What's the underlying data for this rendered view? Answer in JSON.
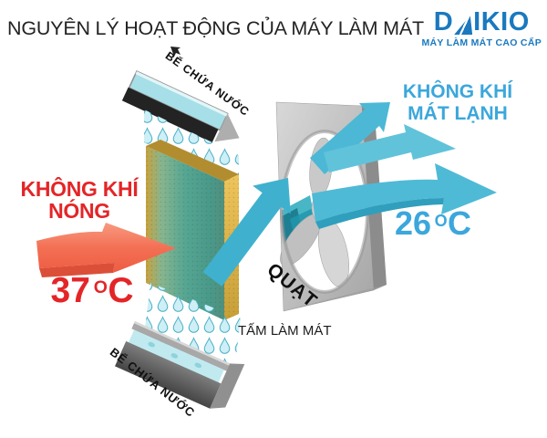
{
  "title": "NGUYÊN LÝ HOẠT ĐỘNG CỦA MÁY LÀM MÁT",
  "brand": {
    "name": "DAIKIO",
    "name_prefix": "D",
    "name_suffix": "IKIO",
    "tagline": "MÁY LÀM MÁT CAO CẤP",
    "color": "#1a79bf"
  },
  "hot_air": {
    "label_line1": "KHÔNG KHÍ",
    "label_line2": "NÓNG",
    "temperature": "37",
    "degree": "O",
    "unit": "C",
    "color": "#e42528"
  },
  "cold_air": {
    "label_line1": "KHÔNG KHÍ",
    "label_line2": "MÁT LẠNH",
    "temperature": "26",
    "degree": "O",
    "unit": "C",
    "color": "#3ba7dc"
  },
  "components": {
    "top_tank": "BỂ CHỨA NƯỚC",
    "bottom_tank": "BỂ CHỨA NƯỚC",
    "cooling_pad": "TẤM LÀM MÁT",
    "fan": "QUẠT"
  },
  "colors": {
    "hot_arrow": "#f26a50",
    "cold_arrow": "#4fbad6",
    "water": "#a6dfe8",
    "pad_dry_gold": "#d8a93f",
    "pad_wet_teal": "#4ba08e",
    "metal_gray": "#bdbdbd"
  }
}
